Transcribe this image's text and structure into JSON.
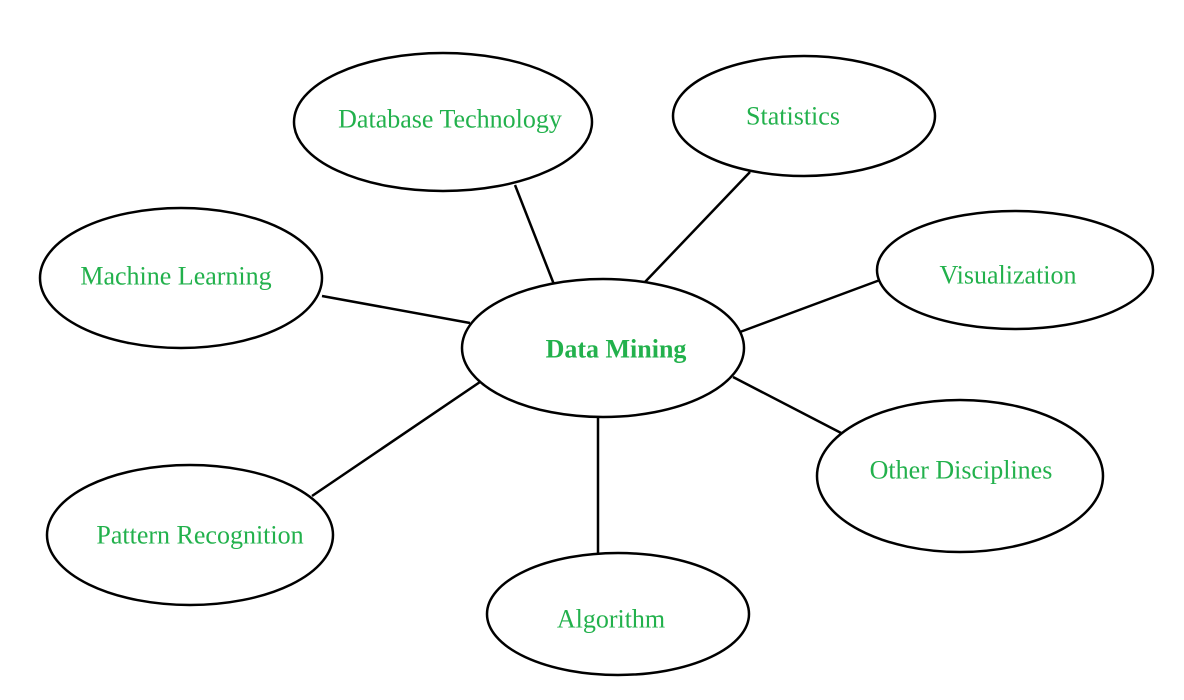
{
  "diagram": {
    "label_color": "#22b14c",
    "line_color": "#000000",
    "center": {
      "label": "Data Mining"
    },
    "nodes": [
      {
        "id": "database-technology",
        "label": "Database Technology"
      },
      {
        "id": "statistics",
        "label": "Statistics"
      },
      {
        "id": "machine-learning",
        "label": "Machine Learning"
      },
      {
        "id": "visualization",
        "label": "Visualization"
      },
      {
        "id": "other-disciplines",
        "label": "Other Disciplines"
      },
      {
        "id": "pattern-recognition",
        "label": "Pattern Recognition"
      },
      {
        "id": "algorithm",
        "label": "Algorithm"
      }
    ]
  }
}
